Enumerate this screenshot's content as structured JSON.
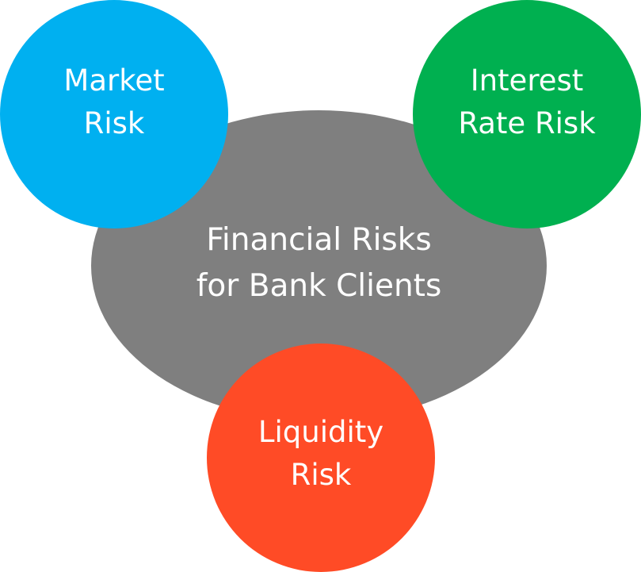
{
  "diagram": {
    "center": {
      "line1": "Financial Risks",
      "line2": "for Bank Clients",
      "color": "#7f7f7f"
    },
    "nodes": [
      {
        "line1": "Market",
        "line2": "Risk",
        "color": "#00b0f0"
      },
      {
        "line1": "Interest",
        "line2": "Rate Risk",
        "color": "#00b050"
      },
      {
        "line1": "Liquidity",
        "line2": "Risk",
        "color": "#ff4b26"
      }
    ]
  }
}
